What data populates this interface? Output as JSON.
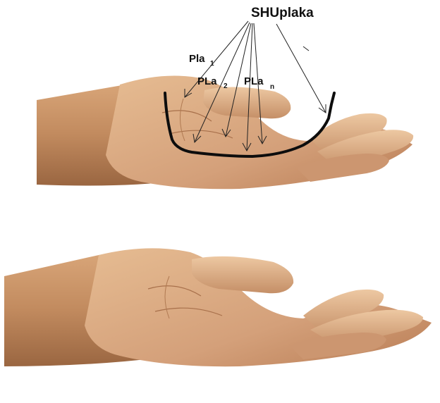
{
  "labels": {
    "title": "SHUplaka",
    "pla1": "Pla",
    "pla1_sub": "1",
    "pla2": "PLa",
    "pla2_sub": "2",
    "plan": "PLa",
    "plan_sub": "n"
  },
  "colors": {
    "skin_light": "#e9c39b",
    "skin_mid": "#c8946a",
    "skin_dark": "#8f5d3c",
    "contour": "#0d0d0d",
    "arrow": "#222222"
  }
}
